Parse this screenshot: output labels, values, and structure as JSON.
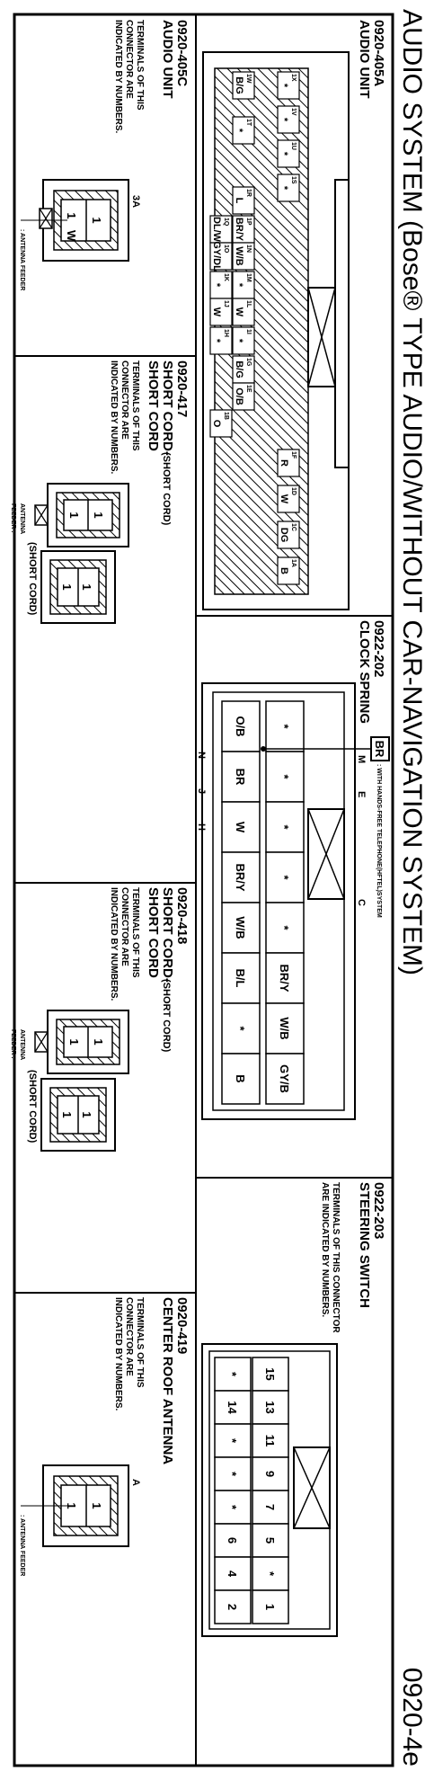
{
  "title": "AUDIO SYSTEM (Bose® TYPE AUDIO/WITHOUT CAR-NAVIGATION SYSTEM)",
  "page_ref": "0920-4e",
  "terminal_note": [
    "TERMINALS OF THIS",
    "CONNECTOR ARE",
    "INDICATED BY NUMBERS."
  ],
  "terminal_note_2line": [
    "TERMINALS OF THIS CONNECTOR",
    "ARE INDICATED BY NUMBERS."
  ],
  "antenna_feeder": ": ANTENNA FEEDER",
  "antenna_feeder_split": [
    "ANTENNA",
    "FEEDER :"
  ],
  "short_cord_paren": "(SHORT CORD)",
  "c_405a": {
    "code": "0920-405A",
    "name": "AUDIO UNIT",
    "pins": [
      {
        "id": "1X",
        "wire": "*"
      },
      {
        "id": "1V",
        "wire": "*"
      },
      {
        "id": "1U",
        "wire": "*"
      },
      {
        "id": "1S",
        "wire": "*"
      },
      {
        "id": "1W",
        "wire": "B/G"
      },
      {
        "id": "1T",
        "wire": "*"
      },
      {
        "id": "1R",
        "wire": "L"
      },
      {
        "id": "1P",
        "wire": "BR/Y"
      },
      {
        "id": "1N",
        "wire": "W/B"
      },
      {
        "id": "1Q",
        "wire": "DL/W"
      },
      {
        "id": "1O",
        "wire": "GY/DL"
      },
      {
        "id": "1M",
        "wire": "*"
      },
      {
        "id": "1L",
        "wire": "W"
      },
      {
        "id": "1K",
        "wire": "*"
      },
      {
        "id": "1J",
        "wire": "W"
      },
      {
        "id": "1I",
        "wire": "*"
      },
      {
        "id": "1H",
        "wire": "*"
      },
      {
        "id": "1G",
        "wire": "B/G"
      },
      {
        "id": "1E",
        "wire": "O/B"
      },
      {
        "id": "1B",
        "wire": "O"
      },
      {
        "id": "1F",
        "wire": "R"
      },
      {
        "id": "1D",
        "wire": "W"
      },
      {
        "id": "1C",
        "wire": "DG"
      },
      {
        "id": "1A",
        "wire": "B"
      }
    ]
  },
  "c_405c": {
    "code": "0920-405C",
    "name": "AUDIO UNIT",
    "pin_label": "3A",
    "pins": [
      "1",
      "1"
    ],
    "wire": "W"
  },
  "c_417": {
    "code": "0920-417",
    "name_l1": "SHORT CORD-",
    "name_l2": "SHORT CORD",
    "pins": [
      "1",
      "1",
      "1",
      "1"
    ]
  },
  "c_418": {
    "code": "0920-418",
    "name_l1": "SHORT CORD-",
    "name_l2": "SHORT CORD",
    "pins": [
      "1",
      "1",
      "1",
      "1"
    ]
  },
  "c_419": {
    "code": "0920-419",
    "name": "CENTER ROOF ANTENNA",
    "pin_label": "A",
    "pins": [
      "1",
      "1"
    ]
  },
  "c_202": {
    "code": "0922-202",
    "name": "CLOCK SPRING",
    "with_hf": ": WITH HANDS-FREE TELEPHONE(HFTEL)SYSTEM",
    "letters": {
      "M": "M",
      "E": "E",
      "C": "C",
      "N": "N",
      "J": "J",
      "H": "H"
    },
    "br_box": "BR",
    "top_row": [
      "*",
      "*",
      "*",
      "*",
      "*",
      "BR/Y",
      "W/B",
      "GY/B"
    ],
    "bottom_row": [
      "O/B",
      "BR",
      "W",
      "BR/Y",
      "W/B",
      "B/L",
      "*",
      "B"
    ]
  },
  "c_203": {
    "code": "0922-203",
    "name": "STEERING SWITCH",
    "top_row": [
      "15",
      "13",
      "11",
      "9",
      "7",
      "5",
      "*",
      "1"
    ],
    "bottom_row": [
      "*",
      "14",
      "*",
      "*",
      "*",
      "6",
      "4",
      "2"
    ]
  }
}
